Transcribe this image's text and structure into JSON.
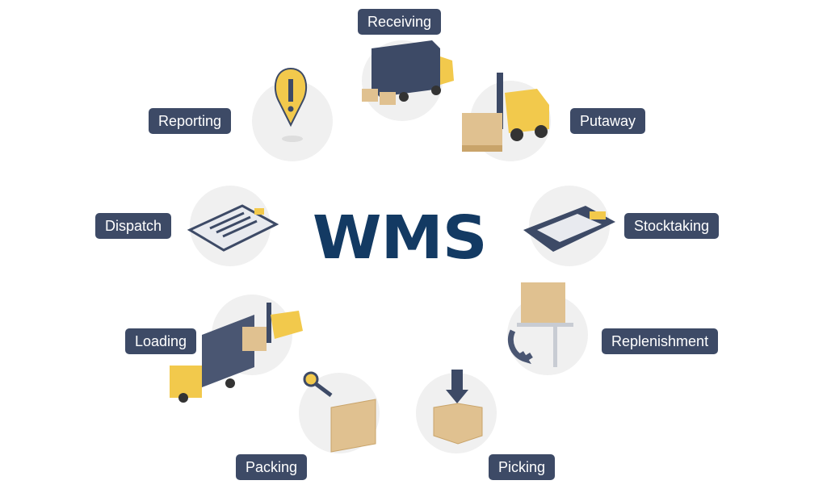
{
  "title": "WMS",
  "stages": {
    "receiving": "Receiving",
    "putaway": "Putaway",
    "stocktaking": "Stocktaking",
    "replenishment": "Replenishment",
    "picking": "Picking",
    "packing": "Packing",
    "loading": "Loading",
    "dispatch": "Dispatch",
    "reporting": "Reporting"
  },
  "colors": {
    "label_bg": "#3d4a66",
    "title": "#133a63",
    "accent": "#f2c94c",
    "circle": "#f0f0f0"
  }
}
